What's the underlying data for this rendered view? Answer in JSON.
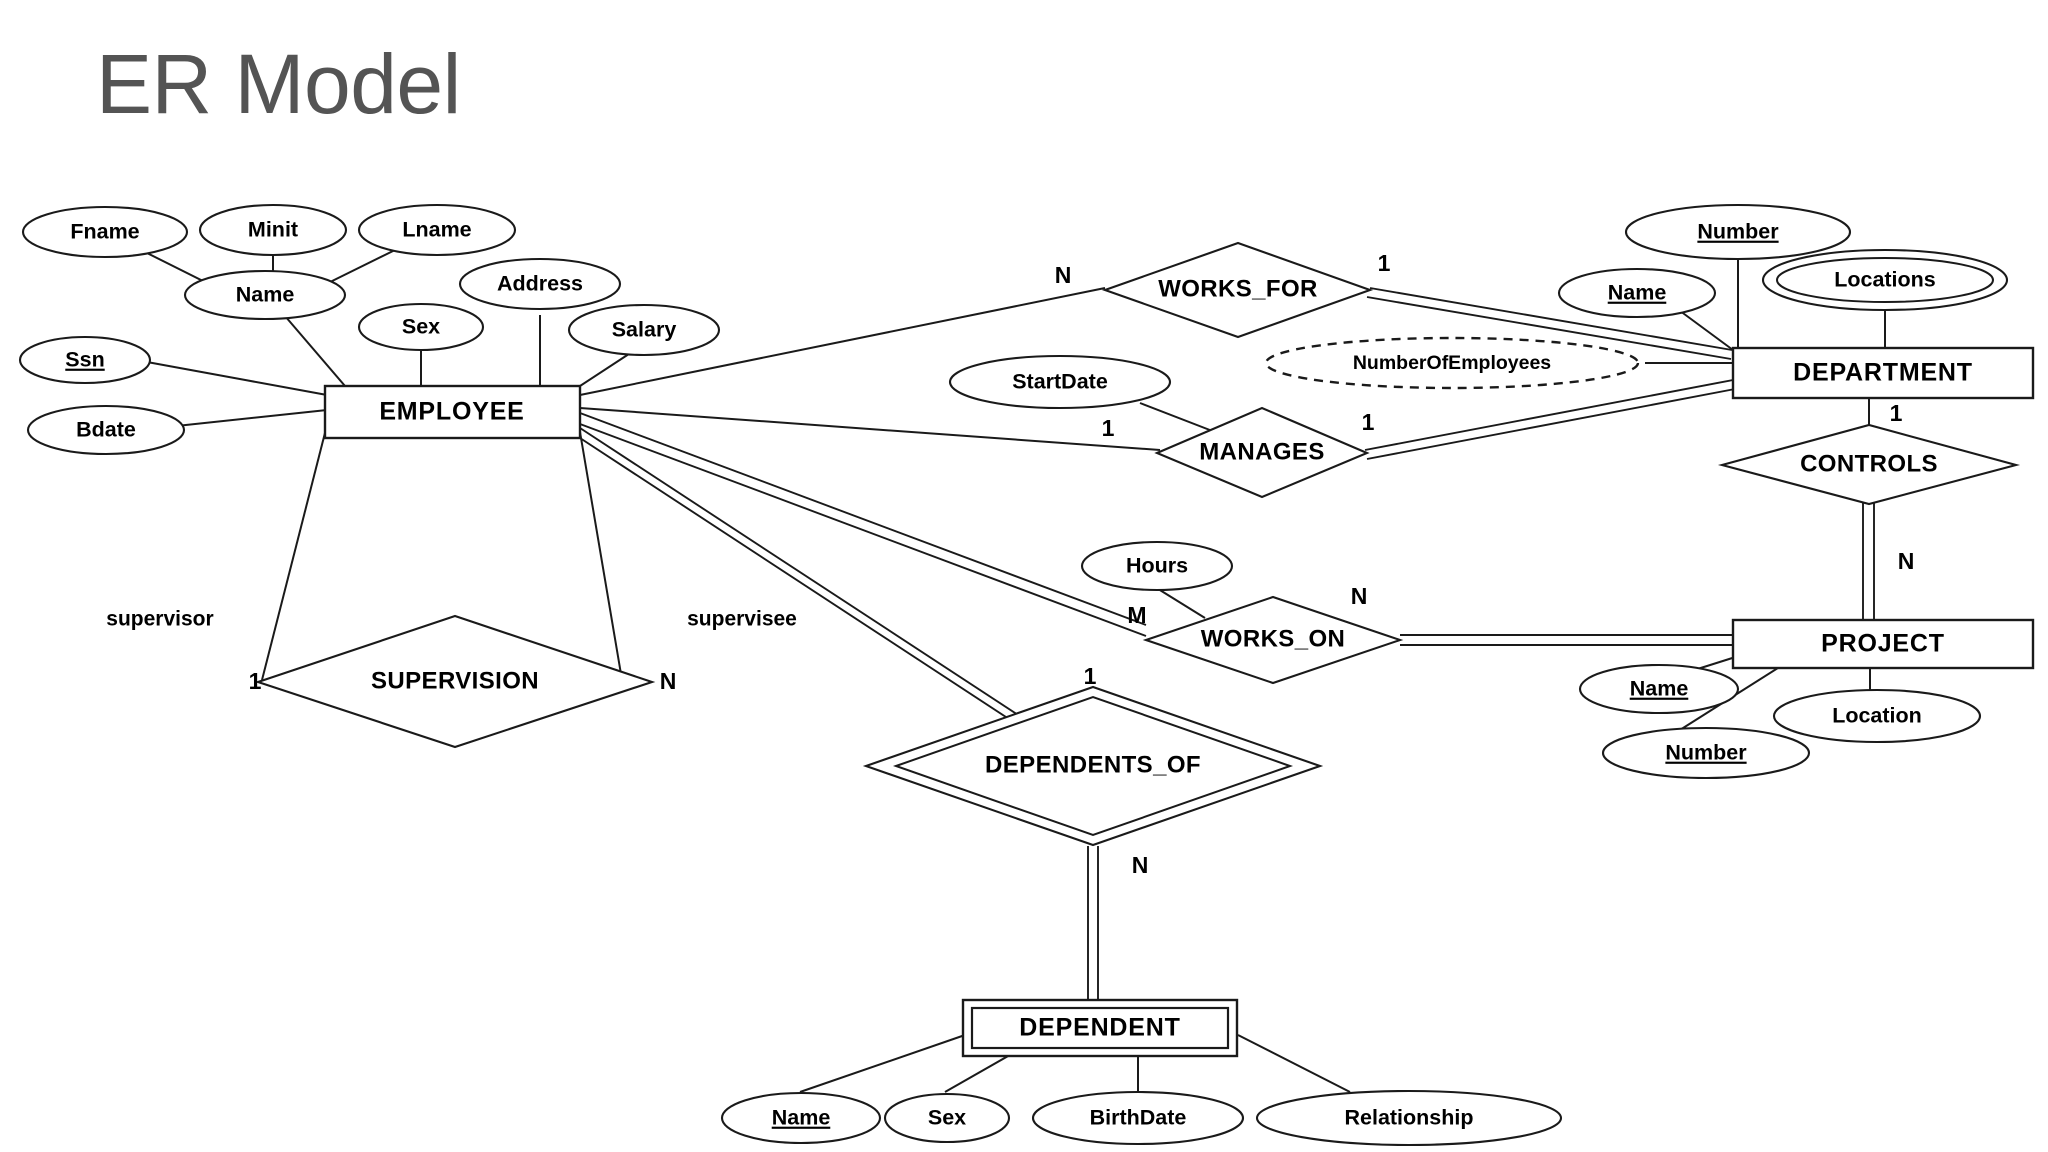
{
  "title": "ER Model",
  "diagram": {
    "kind": "entity-relationship-diagram",
    "notation": "Chen",
    "entities": [
      {
        "id": "employee",
        "label": "EMPLOYEE",
        "weak": false
      },
      {
        "id": "department",
        "label": "DEPARTMENT",
        "weak": false
      },
      {
        "id": "project",
        "label": "PROJECT",
        "weak": false
      },
      {
        "id": "dependent",
        "label": "DEPENDENT",
        "weak": true
      }
    ],
    "relationships": [
      {
        "id": "works_for",
        "label": "WORKS_FOR",
        "identifying": false
      },
      {
        "id": "manages",
        "label": "MANAGES",
        "identifying": false
      },
      {
        "id": "controls",
        "label": "CONTROLS",
        "identifying": false
      },
      {
        "id": "works_on",
        "label": "WORKS_ON",
        "identifying": false
      },
      {
        "id": "supervision",
        "label": "SUPERVISION",
        "identifying": false
      },
      {
        "id": "dependents_of",
        "label": "DEPENDENTS_OF",
        "identifying": true
      }
    ],
    "attributes": [
      {
        "id": "emp_fname",
        "label": "Fname",
        "owner": "employee",
        "kind": "simple"
      },
      {
        "id": "emp_minit",
        "label": "Minit",
        "owner": "employee",
        "kind": "simple"
      },
      {
        "id": "emp_lname",
        "label": "Lname",
        "owner": "employee",
        "kind": "simple"
      },
      {
        "id": "emp_name",
        "label": "Name",
        "owner": "employee",
        "kind": "composite"
      },
      {
        "id": "emp_ssn",
        "label": "Ssn",
        "owner": "employee",
        "kind": "key"
      },
      {
        "id": "emp_bdate",
        "label": "Bdate",
        "owner": "employee",
        "kind": "simple"
      },
      {
        "id": "emp_sex",
        "label": "Sex",
        "owner": "employee",
        "kind": "simple"
      },
      {
        "id": "emp_address",
        "label": "Address",
        "owner": "employee",
        "kind": "simple"
      },
      {
        "id": "emp_salary",
        "label": "Salary",
        "owner": "employee",
        "kind": "simple"
      },
      {
        "id": "dept_number",
        "label": "Number",
        "owner": "department",
        "kind": "key"
      },
      {
        "id": "dept_name",
        "label": "Name",
        "owner": "department",
        "kind": "key"
      },
      {
        "id": "dept_locations",
        "label": "Locations",
        "owner": "department",
        "kind": "multivalued"
      },
      {
        "id": "dept_numemp",
        "label": "NumberOfEmployees",
        "owner": "department",
        "kind": "derived"
      },
      {
        "id": "proj_name",
        "label": "Name",
        "owner": "project",
        "kind": "key"
      },
      {
        "id": "proj_number",
        "label": "Number",
        "owner": "project",
        "kind": "key"
      },
      {
        "id": "proj_location",
        "label": "Location",
        "owner": "project",
        "kind": "simple"
      },
      {
        "id": "dep_name",
        "label": "Name",
        "owner": "dependent",
        "kind": "key"
      },
      {
        "id": "dep_sex",
        "label": "Sex",
        "owner": "dependent",
        "kind": "simple"
      },
      {
        "id": "dep_birthdate",
        "label": "BirthDate",
        "owner": "dependent",
        "kind": "simple"
      },
      {
        "id": "dep_rel",
        "label": "Relationship",
        "owner": "dependent",
        "kind": "simple"
      },
      {
        "id": "mng_startdate",
        "label": "StartDate",
        "owner": "manages",
        "kind": "simple"
      },
      {
        "id": "won_hours",
        "label": "Hours",
        "owner": "works_on",
        "kind": "simple"
      }
    ],
    "cardinalities": [
      {
        "id": "card_wf_n",
        "value": "N",
        "edge": "employee-works_for"
      },
      {
        "id": "card_wf_1",
        "value": "1",
        "edge": "works_for-department"
      },
      {
        "id": "card_mg_1a",
        "value": "1",
        "edge": "employee-manages"
      },
      {
        "id": "card_mg_1b",
        "value": "1",
        "edge": "manages-department"
      },
      {
        "id": "card_ct_1",
        "value": "1",
        "edge": "department-controls"
      },
      {
        "id": "card_ct_n",
        "value": "N",
        "edge": "controls-project"
      },
      {
        "id": "card_wo_m",
        "value": "M",
        "edge": "employee-works_on"
      },
      {
        "id": "card_wo_n",
        "value": "N",
        "edge": "works_on-project"
      },
      {
        "id": "card_sv_1",
        "value": "1",
        "edge": "employee-supervision-supervisor"
      },
      {
        "id": "card_sv_n",
        "value": "N",
        "edge": "employee-supervision-supervisee"
      },
      {
        "id": "card_do_1",
        "value": "1",
        "edge": "employee-dependents_of"
      },
      {
        "id": "card_do_n",
        "value": "N",
        "edge": "dependents_of-dependent"
      }
    ],
    "roles": [
      {
        "id": "role_supervisor",
        "label": "supervisor"
      },
      {
        "id": "role_supervisee",
        "label": "supervisee"
      }
    ]
  },
  "colors": {
    "title": "#545454",
    "stroke": "#1a1a1a",
    "background": "#ffffff"
  }
}
